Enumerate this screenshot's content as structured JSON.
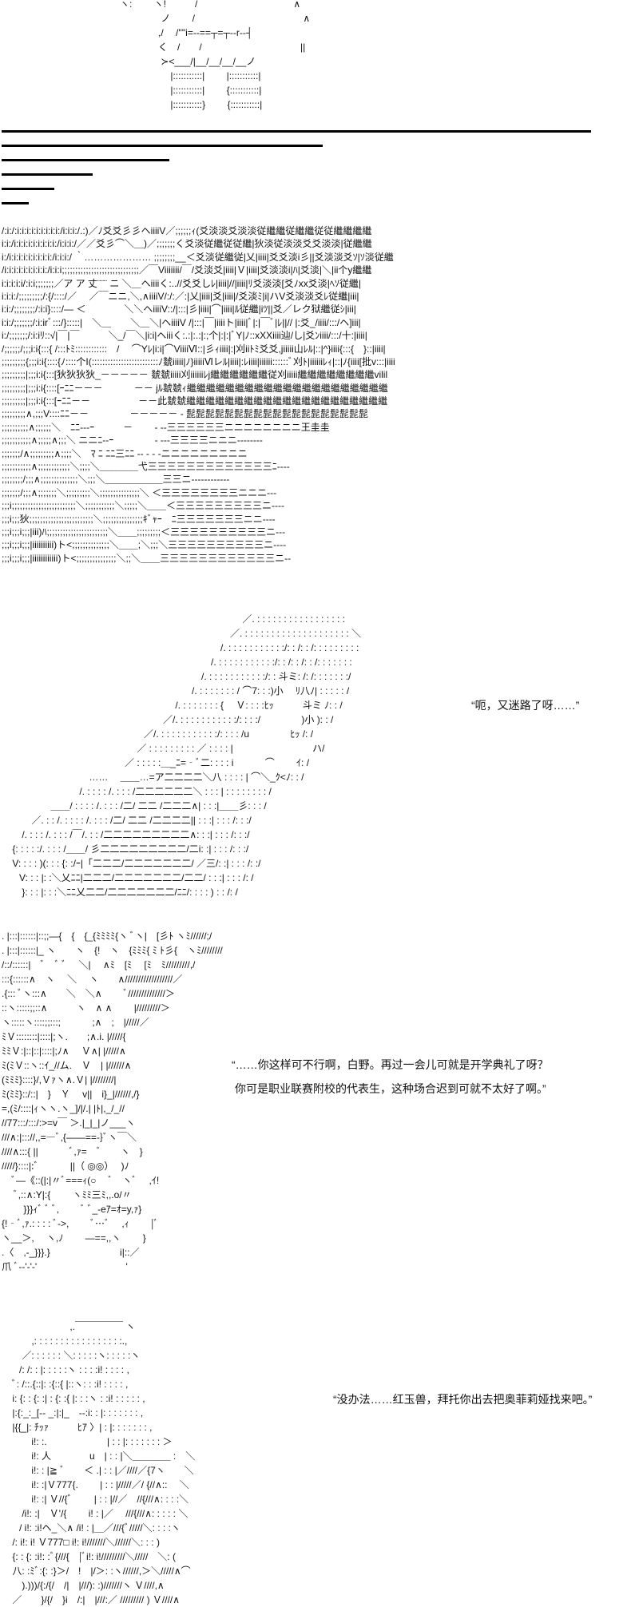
{
  "art": {
    "top": [
      "ヽ:　　 ヽ!　　　/　　　　　　　　　　∧",
      "　　　　 ノ　　 /　　　　　　　　　　　 ∧",
      "　　　　,/　 /''\"i=-‐==┬=┬‐‐r‐‐┤",
      "　　　　く　/　　/　　　　　　　　　　 ||",
      "　　　　 ≻<___/|__/__/__/__ノ",
      "　　　　　 |:::::::::::|　　 |:::::::::::|",
      "　　　　　 |:::::::::::|　　 {:::::::::::|",
      "　　　　　 |:::::::::::}　　 {:::::::::::|"
    ],
    "dense": [
      "/:i:/:i:i:i:i:i:i:i:i:i:/i:i:i:/.:)／ﾉ爻爻彡彡ヘiiiiV／;;;;;;ｨ(爻淡淡爻淡淡従繼繼従繼繼従従繼繼繼繼",
      "i:i:/i:i:i:i:i:i:i:i:i:/i:i:i:/／／爻彡⌒＼＿)／;;;;;;;く爻淡従繼従従繼|狄淡従淡淡爻爻淡淡|従繼繼",
      "i:/i:i:i:i:i:i:i:i:i:/i:i:i:/ ｀………………… ;;;;;;;;__＜爻淡従繼従|乂|iiii|爻爻淡i彡||爻淡淡爻ｿ|ｿ淡従繼",
      "/i:i:i:i:i:i:i:i:i:/i:i:i;;;;;;;;;;;;;;;;;;;;;;;;;;;;;／￣Viiiiiii/￣/爻淡爻|iiii|Ｖ|iiii|爻淡淡i|ﾊ|爻淡|＼|ii个y繼繼",
      "i:i:i:i:i/:i:i;;;;;;;／ア ア 丈¨¨¨ ニ ＼＿ヘiiiiく:..//爻爻しﾚ|iiii|//|iiii|ﾘ爻淡淡[爻ﾉxx爻淡|ﾍｿ従繼|",
      "i:i:i:/;;;;;;;;;/:{/::::/／　 ／￣ニニ,＼,∧iiiiV/:/:／:|乂|iiii|爻|iiii|/爻淡ﾐ|i|ハV爻淡淡爻ﾚ従繼|iii|",
      "i:i:/;;;;;;;;/:i:i}::::/― ＜　　　　＼＼ヘiiiiV::/|:::|彡|iiii|⌒|iiii|ﾙ従繼|iﾂ||爻／レク狱繼従ｼ|iii|",
      "i:i:/;;;;;;;/:i:irﾞ:::/}:::::|　＼＿　　＼＿＼|ヘiiiiV /|:::|￣|iiiiト|iiii|ﾞ|:|￣ﾞ|ﾚ||// |:爻_/iiii/:::/ヘ]iii|",
      "i:/;;;;;;;/:i:iﾘ::√|￣|￣　　　＼_/￣＼|i:i|ヘiiiく:.:|:.:|:;个|:|:|ﾞY|ﾉ::xXXiiii辿/し|爻ﾝiiii/:::/十:|iiii|",
      "/;;;;;;/;;;i:i{:::{ /:::ﾄﾐ::::::::::::　/　 ⌒Yﾚ|i:i|⌒ViiiiⅥ::|彡ｨiiii|:|刈iiﾄﾐ爻爻,jiiiii山ﾚﾙ|::|^}iiii{:::{　}::|iiii|",
      ";;;;;;;;;{;;;i:i{::::{ﾉ::::个I(:::::::::::::::::::::::::ﾉ虦iiiii|ﾉ}iiiiiⅥレﾙ|iiii|:ﾚiiii|iiiiii::::::ﾞ刈ﾄ|iiiiiiﾚｨ|::|ﾉ{iiii[批v:::|iiii",
      ";;;;;;;;;|;;;i:i{:::[狄狄狄狄_－－－－－ 虦虦iiiii刈iiiiiiﾚj繼繼繼繼繼繼従刈iiiii繼繼繼繼繼繼繼繼vilil",
      ";;;;;;;;;|;;;i:i{::::[ｰﾆﾆ－－－　　　 －－ jﾙ虦虦ｨ繼繼繼繼繼繼繼繼繼繼繼繼繼繼繼繼繼繼繼繼繼",
      ";;;;;;;;;|;;;i:i{:::[ｰﾆﾆ－－　　　　　－－此虦虦繼繼繼繼繼繼繼繼繼繼繼繼繼繼繼繼繼繼繼繼繼",
      ";;;;;;;;;∧,;;;V::::ﾆﾆ－－　　　　 －－－－－ ‐ 髭髭髭髭髭髭髭髭髭髭髭髭髭髭髭髭髭髭髭",
      ";;;;;;;;;;∧;;;;;;＼　ﾆﾆ--‐ｰ　　　－　　 ‐ --三三三三三三ニニニニニニニニ王圭圭",
      ";;;;;;;;;;;∧;;;;;∧;;;＼ ニニﾆ--ｰ　　　　 ‐ ‐--三三三三ニニニ‐‐‐‐‐‐‐‐",
      ";;;;;;;/∧;;;;;;;;;∧;;;;＼　ﾏ ﾆ ﾆﾆ三ﾆﾆ ‐‐ ‐ ‐ -ニニニニニニニニニ",
      ";;;;;;;;;;;∧;;;;;;;;;;;;＼;;;;＼＿＿＿＿弋三三三三三三三三三三三三三ﾆ‐‐‐‐",
      ";;;;;;;;/;;;∧;;;;;;;;;;;;;;＼;;;＼＿＿＿＿＿＿三三ニ‐‐‐‐‐‐‐‐‐‐‐‐",
      ";;;;;;;/;;;∧;;;;;;;＼;;;;;;;;;＼;;;;;;;;;;;;;;;＼ ＜三三三三三三三三ニニニ‐‐‐",
      ";;;i;;;;;;;;;;;;;;;;;;;;;;;;＼;;;;;;;;;;;＼;;;;;＼＿＿＜三三三三三三三三三ニ‐‐‐‐",
      ";;;i;;;狄;;;;;;;;;;;;;;;;;;;;;;;;＼;;;;;;;;;;;;;;;ｷﾞｬｰ　ﾆ三三三三三三三ニニ‐‐‐‐",
      ";;;i;;;i;;;|iii)ﾊ;;;;;;;;;;;;;;;;;;;;;;;＼＿＿;;;;;;;;;＜三三三三三三三三三三ニ‐‐‐",
      ";;;i;;;i;;;|iiiiiiiiii)ト<;;;;;;;;;;;;;;＼＿＿;＼;;;＼三三三三三三三三三三ニ‐‐‐‐",
      ";;;i;;;i;;;|iiiiiiiiiiii)ト<;;;;;;;;;;;;;;;＼;;＼＿＿三三三三三三三三三三三三ニ‐‐"
    ],
    "scene1": [
      "　　　　　　　　　　　　　　　　　　　　　　　　　 ／. : : : : : : : : : : : : : : : : :",
      "　　　　　　　　　　　　　　　　　　　　　　　　／. : : : : : : : : : : : : : : : : : : : : ＼",
      "　　　　　　　　　　　　　　　　　　　　　　　/. : : : : : : : : : : :/: : /: : /: : : : : : : : :",
      "　　　　　　　　　　　　　　　　　　　　　　/. : : : : : : : : : : :/: : /: : /: : /: : : : : : :",
      "　　　　　　　　　　　　　　　　　　　　　/. : : : : : : : : : : :/: : 斗ミ: /: /: : : : : : :/",
      "　　　　　　　　　　　　　　　　　　　　/. : : : : : : : / ⌒7: : :)小　 ﾘ八ﾉ| : : : : : /",
      "　　　　　　　　　　　　　　　　　　 /. : : : : : : : {　 Ｖ: : : :ﾋｯ　　　斗ミ ﾉ: : /",
      "　　　　　　　　　　　　　　　　　／/. : : : : : : : : : : :/: : : :/　　　　 )小 ): : /",
      "　　　　　　　　　　　　　　　／/. : : : : : : : : : : :/: : : : /u　　　　 ﾋｯ /: /",
      "　　　　　　　　　　　　　　 ／ : : : : : : : : : ／ : : : : |　　　　　　　　 ハ/",
      "　　　　　　　　　　　　　／ : : : : :＿_ﾆ=‐ﾞ二: : : : i　　　 ⌒　　 ｲ: /",
      "　　　　　　　　　 ……　 ＿＿…=ア二二二二＼八 : : : : | ⌒＼_ｸ<ﾉ: : /",
      "　　　　　　　　 /. : : : : /. : : : /二二二二二二＼ : : : | : : : : : : : : /",
      "　　　　　 ＿＿/ : : : : /. : : : /二/ 二二 /二二二∧| : : :|＿＿彡: : : /",
      "　　　 ／. : : /. : : : : /. : : : /二/ 二二 /二二二二|| : : :| : : : /: : :/",
      "　　 /. : : : /. : : : /￣/. : : /二二二二二二二二二∧: : :| : : : /: : :/",
      "　 {: : : : :/. : : : /＿＿/ 彡二二二二二二二二二/二i: :| : : : /: : :/",
      "　 V: : : : )(: : : {: :/ｰ|「二二二/二二二二二二二/ ／三/: :| : : : /: :/",
      "　　V: : : |: :＼乂ﾆﾆ|二二二/二二二二二二二/二二/ : : :| : : : /: /",
      "　　 }: : : |: : :＼ﾆﾆ乂二二/二二二二二二二/ﾆﾆ/: : : : ) : : /: /"
    ],
    "scene2": [
      ". |:::|::::::|::;;―{　{　{_{ﾐﾐﾐﾐ{ヽ ﾞヽ|　[彡ﾄ ヽﾐ//////;/",
      ". |:::|::::::|_ ヽ　　ヽ　{!　ヽ　{ﾐﾐﾐ{ ﾐ ﾄ彡{　ヽﾐ////////",
      "/::/::::::|　ﾞ　ﾞ ﾞ　 ＼|　 ∧ﾐ　[ﾐ　 [ﾐ　ﾐ/////////,/",
      ":::{::::::∧　ヽ　 ＼　 ヽ　　∧//////////////////／",
      ".{::: ﾞヽ:::∧　　＼　＼∧　　 ﾞ//////////////＞",
      "::ヽ:::::;;::∧　　　ヽ　∧ ∧　　 |/////////＞",
      "ヽ:::::ヽ::::;;:::;　　　 ;∧　;　|/////／",
      "ﾐＶ::::::::|::::|;ヽ.　　;∧.i. |/////{",
      "ﾐﾐＶ:|::|::|::::|;ﾉ∧　 Ｖ∧| |/////∧",
      "ﾐ(ﾐＶ::ヽ::ｲ_//ム.　Ｖ　| |//////∧",
      "(ﾐﾐﾐ}::::}/,Ｖｧヽ∧.Ｖ| |////////|",
      "ﾐ(ﾐﾐ}::/::|　}　Ｙ　 v||　i}_|//////,/}",
      "=,(ﾐ/::::|ｨヽヽ.ヽ_]/|/.| |ﾄ|,_/_//",
      "//77:::/:::/:>=v￣ ＞.|_|_|ノ___ヽ",
      "///∧:|::://,,=―ﾞ,{――==‐}ﾞヽ￣＼",
      "////∧:::{ ||　　　 ﾞ,ｧ=　ﾞ　　ヽ　}",
      "/////}::::|:ﾞ　　　 ||（ ◎◎）　 )ﾉ",
      "　ﾞ―《::(|:|〃ﾞ===ｨ(○　 ﾞ　ヽﾞ　 ,ｲ!",
      "　 ﾞ,::∧:Y|:{　　 ヽﾐﾐ三ﾐ,,.o/〃",
      "　　 }}}ｨﾞ ﾞ ﾞ,　　 ﾞ ﾞ_‐eｱ=ｵ=y,ｧ}",
      "{!‐ﾞ,ｧ.: : : : ﾞ‐>,　　 ﾞ…ﾞ　 ,ｨ　　 |ﾞ",
      "ヽ__＞,　 ヽ,ﾉ　　 ―==,,ヽ　　 }",
      ".〈　,‐_}}}.}　　　　　　　 i|::／",
      "爪 ﾞ‐‐'‐'‐'　　　　　　　　　 '"
    ],
    "scene3": [
      "　　　　　　　 ,.￣￣￣￣￣ ヽ",
      "　　　 ,: : : : : : : : : : : : : : : : :.,",
      "　　 ／: : : : : : ＼: : : : :ヽ: : : : :ヽ",
      "　　/: /: : |: : : : :ヽ : : : :i! : : : : ,",
      "　 ﾞ: /::.{::|: :{::{ |::ヽ: : :i! : : : : ,",
      "　 i: {: : {: :| : {: :{ |: : :ヽ : :i! : : : : : ,",
      "　 |:{:_:_[‐‐ _:|:|_　‐‐:i: : |: : : : : : : ,",
      "　 |{{_|: ﾁｯｧ　　　ﾋｱ 〉| : |: : : : : : : ,",
      "　　　 i!: :.　　　　　　 | : : |: : : : : : : ＞",
      "　　　 i!: 人　　　　u　| : : |＼＿＿＿＿ :　＼",
      "　　　 i!: : |≧ ﾞ　　＜ .| : : |／////／{7ヽ　　＼",
      "　　　 i!: :|Ｖ777{.　　 | : : |/////／/ {//∧::　 ＼",
      "　　　 i!: :| Ｖ//{ﾞ　　 | : : |//／　//{///∧: : : :＼",
      "　　 /i!: :|　Ｖ'/{　　 i! : |／　 ///{///∧: : : : : ＼",
      "　　/ i!: :i!ヘ_＼∧ /i! : |＿／///{ﾞ/////＼: : : :ヽ",
      "　 /: i!: i! Ｖ777□ i!: i!///////＼//////＼: : : )",
      "　 {: : {: :i!: :ﾞ{///{　|ﾞi!: i!/////////＼/////　＼: (",
      "　 八: :ﾐﾞ:{: :}＞/　!　|/＞: :ヽ//////,＞＼/////∧⌒",
      "　　 ).)))/{:/{/　/|　|///): :)///////ヽ Ｖ////,∧",
      "　 ／　　}/{/　}i　/:|　|///:／ ///////// ) Ｖ////∧"
    ]
  },
  "dialogue": {
    "scene1": "“呃，又迷路了呀……”",
    "scene2_line1": "“……你这样可不行啊，白野。再过一会儿可就是开学典礼了呀？",
    "scene2_line2": "你可是职业联赛附校的代表生，这种场合迟到可就不太好了啊。”",
    "scene3": "“没办法……红玉兽，拜托你出去把奥菲莉娅找来吧。”"
  }
}
